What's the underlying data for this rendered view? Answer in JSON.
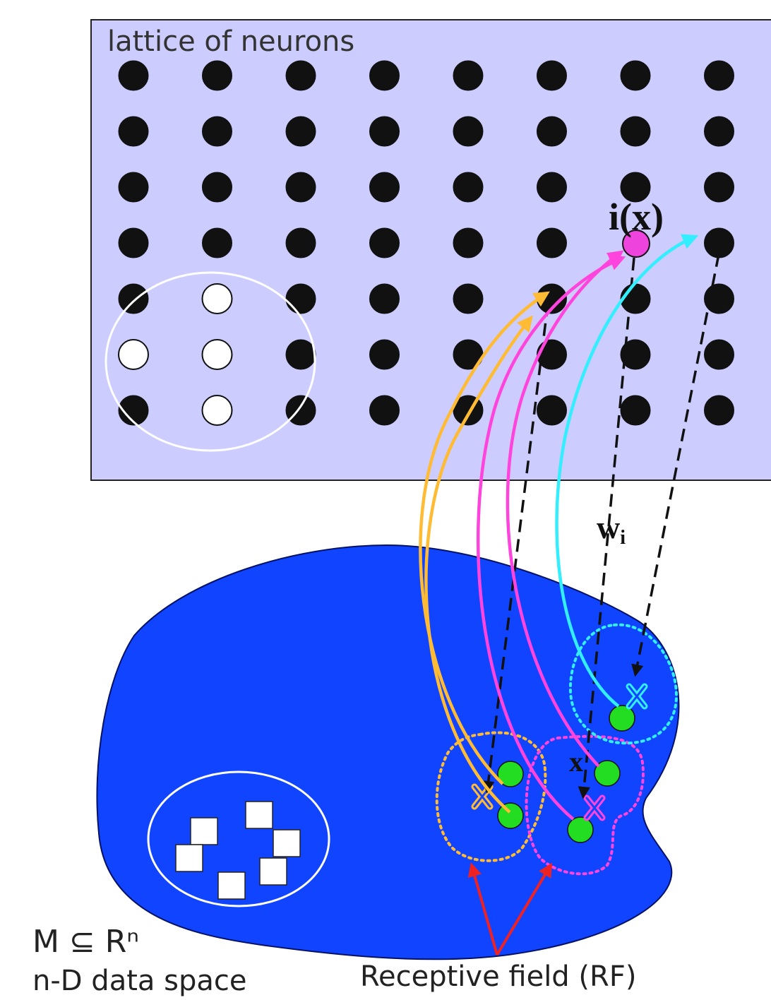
{
  "lattice": {
    "label": "lattice of neurons",
    "rows": 7,
    "cols": 8,
    "background_color": "#ccccff",
    "neuron_color": "#111111",
    "neighborhood_color": "#ffffff",
    "neighborhood_neurons": [
      [
        4,
        1
      ],
      [
        5,
        0
      ],
      [
        5,
        1
      ],
      [
        6,
        1
      ]
    ],
    "winner": {
      "row": 3,
      "col": 6,
      "label": "i(x)",
      "color": "#ee44dd"
    }
  },
  "data_space": {
    "region_color": "#1144ff",
    "label_line1": "M ⊆ Rⁿ",
    "label_line2": "n-D data space",
    "cluster_square_count": 6,
    "data_point_color": "#22dd22"
  },
  "labels": {
    "weight": "wi",
    "weight_main": "w",
    "weight_sub": "i",
    "input": "x",
    "receptive_field": "Receptive field (RF)"
  },
  "colors": {
    "orange_rf": "#ffbb33",
    "magenta_rf": "#ff44dd",
    "cyan_rf": "#33eeff",
    "pointer_red": "#ee2222",
    "weight_arrow": "#111111"
  },
  "icons": [
    "x-cross-marker-orange",
    "x-cross-marker-magenta",
    "x-cross-marker-cyan"
  ]
}
